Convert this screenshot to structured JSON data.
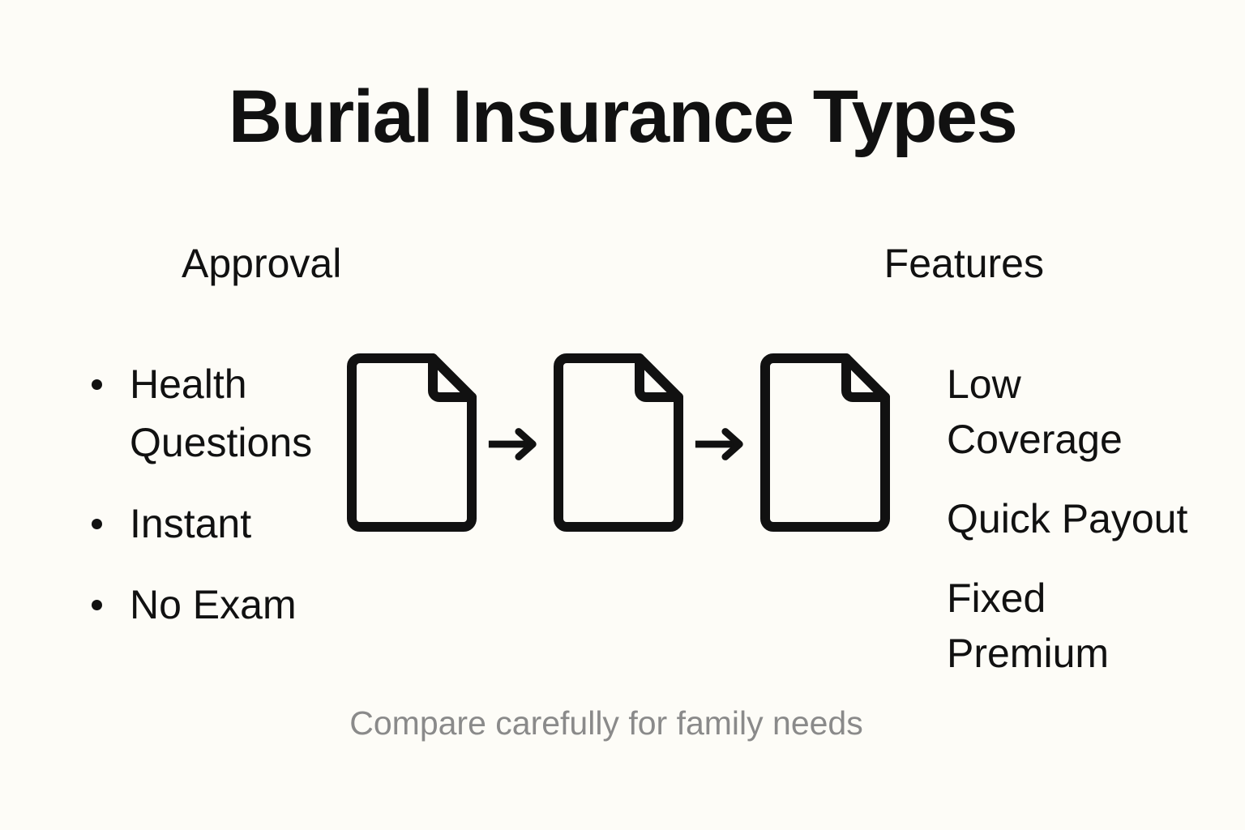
{
  "slide": {
    "title": "Burial Insurance Types",
    "caption": "Compare carefully for family needs",
    "background_color": "#fdfcf7",
    "text_color": "#111111",
    "caption_color": "#8a8a8a"
  },
  "columns": {
    "left_header": "Approval",
    "right_header": "Features"
  },
  "approval_items": [
    {
      "label": "Health Questions"
    },
    {
      "label": "Instant"
    },
    {
      "label": "No Exam"
    }
  ],
  "feature_items": [
    {
      "label": "Low Coverage"
    },
    {
      "label": "Quick Payout"
    },
    {
      "label": "Fixed Premium"
    }
  ],
  "flow": {
    "icons": [
      {
        "name": "document-icon-1"
      },
      {
        "name": "document-icon-2"
      },
      {
        "name": "document-icon-3"
      }
    ],
    "arrows": [
      {
        "name": "flow-arrow-1"
      },
      {
        "name": "flow-arrow-2"
      }
    ],
    "stroke_color": "#111111"
  }
}
